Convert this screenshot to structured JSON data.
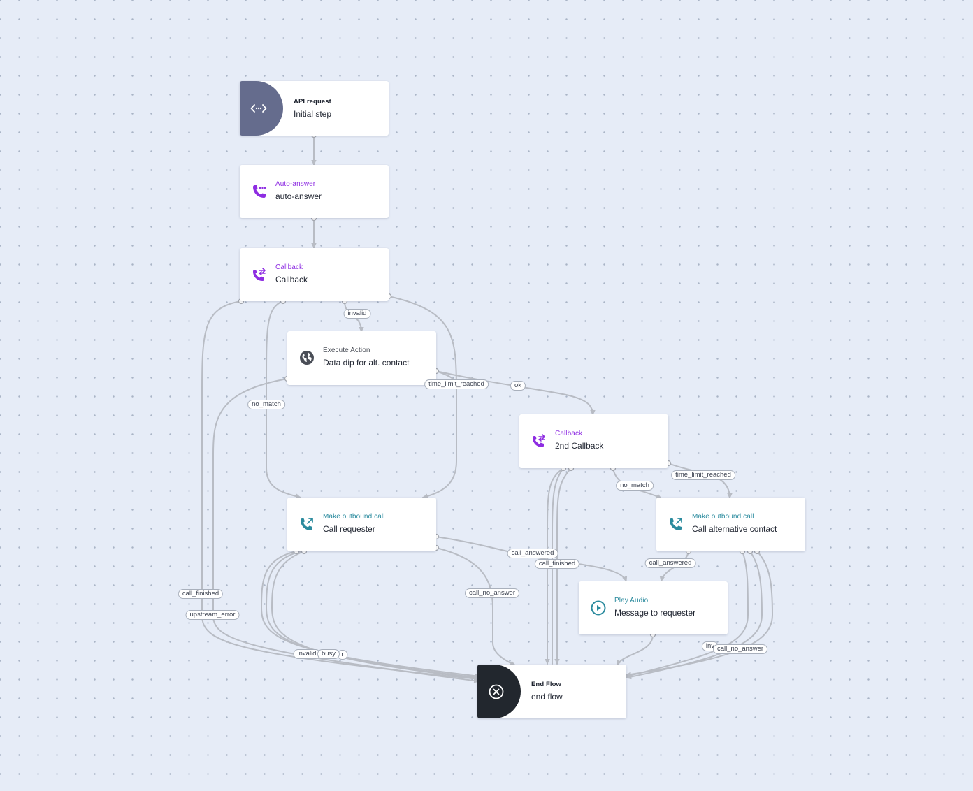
{
  "colors": {
    "purple": "#8e2de2",
    "teal": "#2b8b9e",
    "slate": "#656c8d",
    "ink": "#22272e",
    "edge": "#b8bcc4",
    "grey_icon": "#4a4e57"
  },
  "nodes": {
    "api": {
      "type": "API request",
      "name": "Initial step",
      "icon": "code-brackets-icon"
    },
    "auto": {
      "type": "Auto-answer",
      "name": "auto-answer",
      "icon": "phone-incoming-icon"
    },
    "cb1": {
      "type": "Callback",
      "name": "Callback",
      "icon": "phone-callback-icon"
    },
    "exec": {
      "type": "Execute Action",
      "name": "Data dip for alt. contact",
      "icon": "globe-icon"
    },
    "cb2": {
      "type": "Callback",
      "name": "2nd Callback",
      "icon": "phone-callback-icon"
    },
    "mocReq": {
      "type": "Make outbound call",
      "name": "Call requester",
      "icon": "phone-outgoing-icon"
    },
    "mocAlt": {
      "type": "Make outbound call",
      "name": "Call alternative contact",
      "icon": "phone-outgoing-icon"
    },
    "play": {
      "type": "Play Audio",
      "name": "Message to requester",
      "icon": "play-circle-icon"
    },
    "end": {
      "type": "End Flow",
      "name": "end flow",
      "icon": "close-circle-icon"
    }
  },
  "edge_labels": {
    "invalid": "invalid",
    "no_match_left": "no_match",
    "time_limit_reached_exec": "time_limit_reached",
    "ok": "ok",
    "no_match_cb2": "no_match",
    "time_limit_reached_cb2": "time_limit_reached",
    "call_answered_req": "call_answered",
    "call_finished_req": "call_finished",
    "call_answered_alt": "call_answered",
    "call_finished_cb1": "call_finished",
    "upstream_error": "upstream_error",
    "call_no_answer_req": "call_no_answer",
    "invalid_req": "invalid",
    "busy": "busy",
    "r_fragment": "r",
    "invalid_alt": "inv",
    "call_no_answer_alt": "call_no_answer"
  }
}
